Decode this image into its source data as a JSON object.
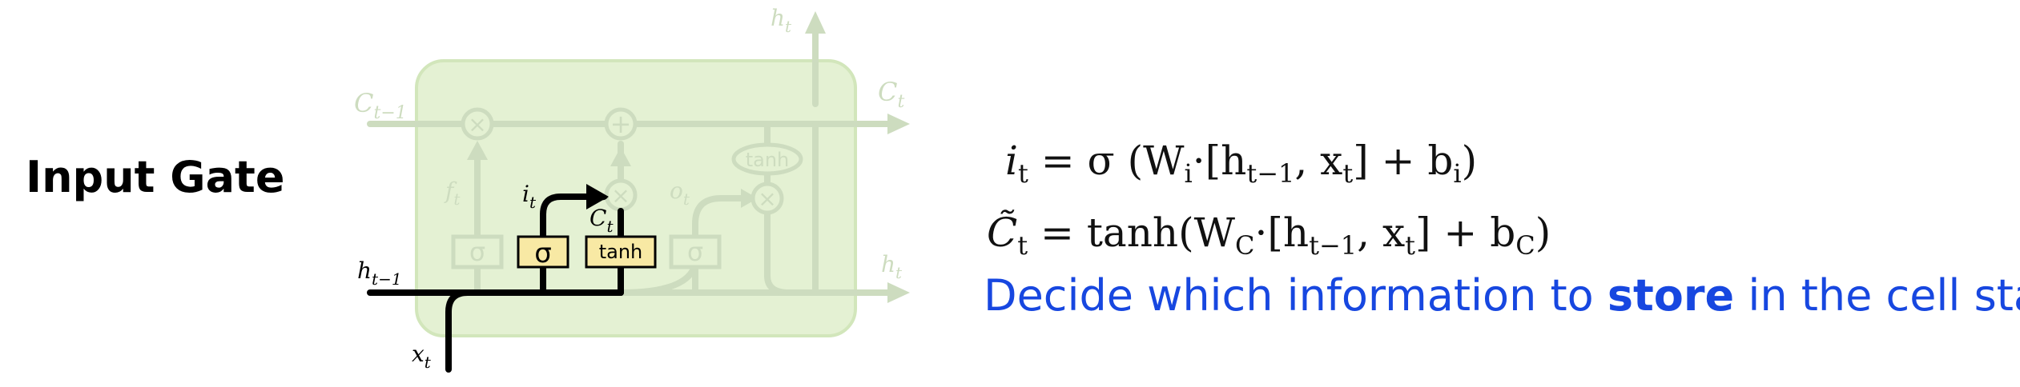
{
  "title": "Input Gate",
  "diagram": {
    "labels": {
      "c_prev": "C",
      "c_prev_sub": "t−1",
      "c_next": "C",
      "c_next_sub": "t",
      "h_top": "h",
      "h_top_sub": "t",
      "h_out": "h",
      "h_out_sub": "t",
      "h_prev": "h",
      "h_prev_sub": "t−1",
      "x_in": "x",
      "x_in_sub": "t",
      "f_gate": "f",
      "f_gate_sub": "t",
      "i_gate": "i",
      "i_gate_sub": "t",
      "o_gate": "o",
      "o_gate_sub": "t",
      "c_tilde": "C",
      "c_tilde_sub": "t"
    },
    "boxes": {
      "sigma_active": "σ",
      "tanh_active": "tanh",
      "sigma_faded_1": "σ",
      "sigma_faded_2": "σ",
      "tanh_faded": "tanh"
    },
    "ops": {
      "mult": "×",
      "add": "+"
    },
    "colors": {
      "cell_fill": "#e4f1d3",
      "cell_stroke": "#cfe4b6",
      "faded_line": "#cddcbf",
      "active_line": "#000000",
      "box_fill": "#f8e9a4"
    }
  },
  "equations": {
    "eq1": {
      "lhs": "i",
      "lhs_sub": "t",
      "rhs": "= σ (W",
      "w_sub": "i",
      "bracket": "·[h",
      "h_sub": "t−1",
      "x_part": ", x",
      "x_sub": "t",
      "bias": "]  +  b",
      "b_sub": "i",
      "close": ")"
    },
    "eq2": {
      "lhs": "C̃",
      "lhs_sub": "t",
      "rhs": "= tanh(W",
      "w_sub": "C",
      "bracket": "·[h",
      "h_sub": "t−1",
      "x_part": ", x",
      "x_sub": "t",
      "bias": "]  +  b",
      "b_sub": "C",
      "close": ")"
    }
  },
  "caption": {
    "before": "Decide which information to ",
    "bold": "store",
    "after": " in the cell state"
  }
}
